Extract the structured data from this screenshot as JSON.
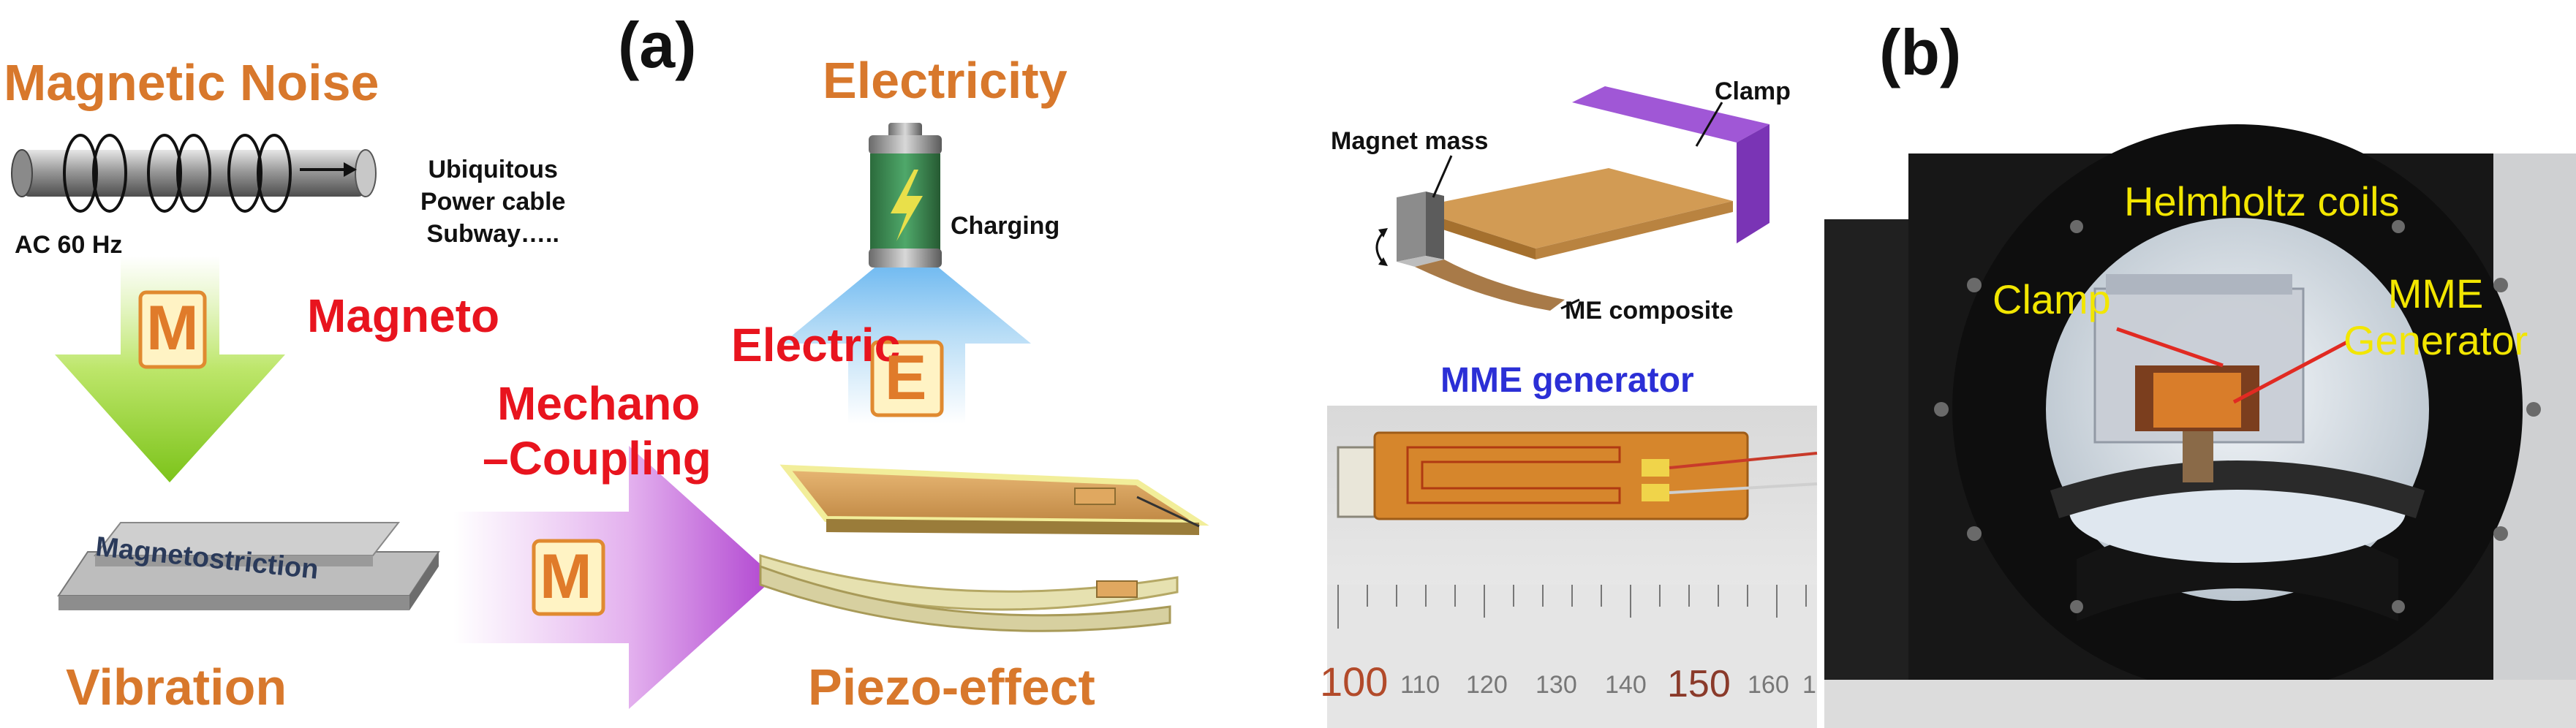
{
  "panel_a": {
    "label": "(a)",
    "magnetic_noise": "Magnetic Noise",
    "sources": [
      "Ubiquitous",
      "Power cable",
      "Subway….."
    ],
    "ac_label": "AC 60 Hz",
    "m_letter": "M",
    "magneto": "Magneto",
    "magnetostriction": "Magnetostriction",
    "vibration": "Vibration",
    "mechano": "Mechano",
    "coupling": "–Coupling",
    "electric": "Electric",
    "e_letter": "E",
    "electricity": "Electricity",
    "charging": "Charging",
    "piezo_effect": "Piezo-effect"
  },
  "panel_mid": {
    "clamp": "Clamp",
    "magnet_mass": "Magnet mass",
    "me_composite": "ME composite",
    "mme_generator": "MME generator",
    "ruler_ticks": [
      "100",
      "110",
      "120",
      "130",
      "140",
      "150",
      "160",
      "1"
    ]
  },
  "panel_b": {
    "label": "(b)",
    "helmholtz": "Helmholtz coils",
    "clamp": "Clamp",
    "mme_line1": "MME",
    "mme_line2": "Generator"
  },
  "colors": {
    "orange_text": "#d8782c",
    "red_text": "#e8141e",
    "blue_text": "#2b2fd6",
    "yellow_text": "#f2e600",
    "green_arrow": "#8fd02a",
    "purple_arrow": "#c25ad8",
    "blue_arrow": "#6fb6f0",
    "piezo_gold": "#cf9a55",
    "clamp_purple": "#9a4fd0"
  }
}
